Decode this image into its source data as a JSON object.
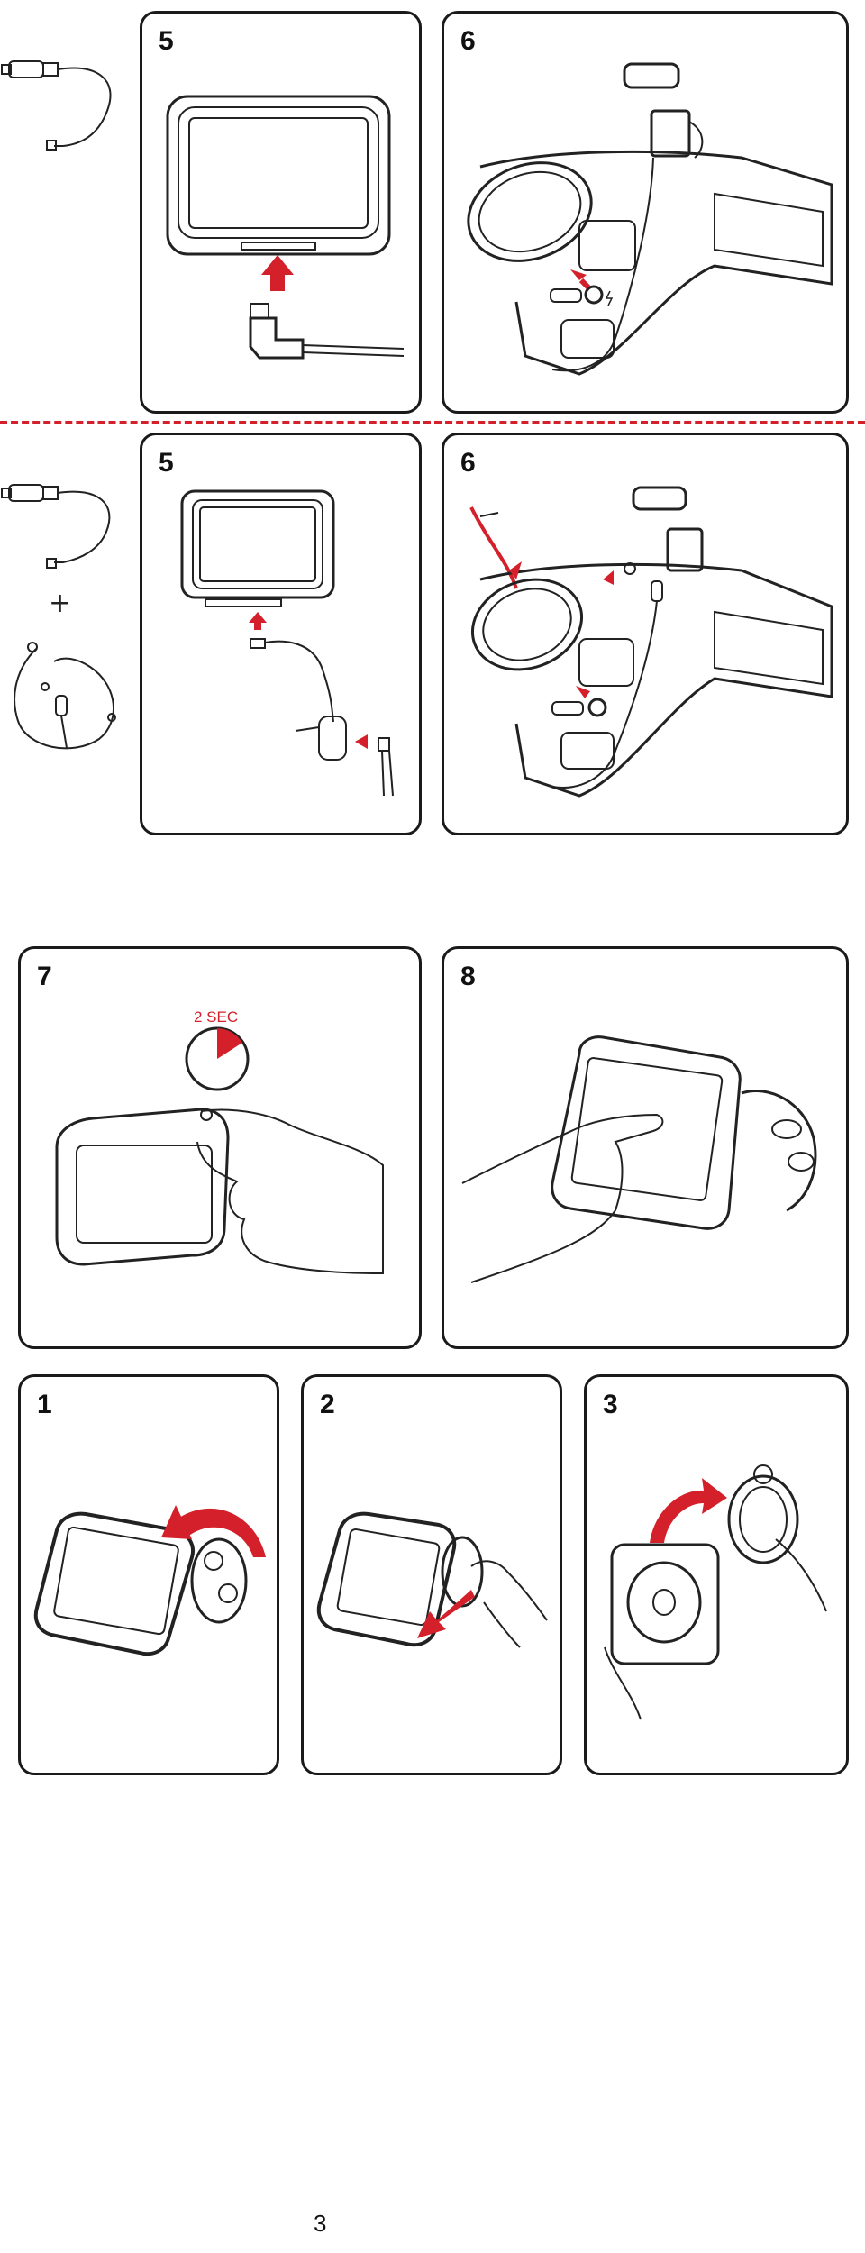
{
  "row1": {
    "panel_a": {
      "step": "5"
    },
    "panel_b": {
      "step": "6"
    }
  },
  "row2": {
    "panel_a": {
      "step": "5"
    },
    "panel_b": {
      "step": "6"
    },
    "plus_sign": "+"
  },
  "row3": {
    "panel_a": {
      "step": "7",
      "timer_label": "2 SEC"
    },
    "panel_b": {
      "step": "8"
    }
  },
  "row4": {
    "panel_a": {
      "step": "1"
    },
    "panel_b": {
      "step": "2"
    },
    "panel_c": {
      "step": "3"
    }
  },
  "footer": {
    "page_number": "3"
  },
  "colors": {
    "accent": "#d3202a",
    "outline": "#1a1a1a"
  },
  "icons": [
    "car-charger-icon",
    "antenna-cable-icon",
    "device-screen-icon",
    "red-arrow-icon",
    "dashboard-illustration",
    "timer-icon",
    "hand-icon",
    "mount-icon"
  ]
}
